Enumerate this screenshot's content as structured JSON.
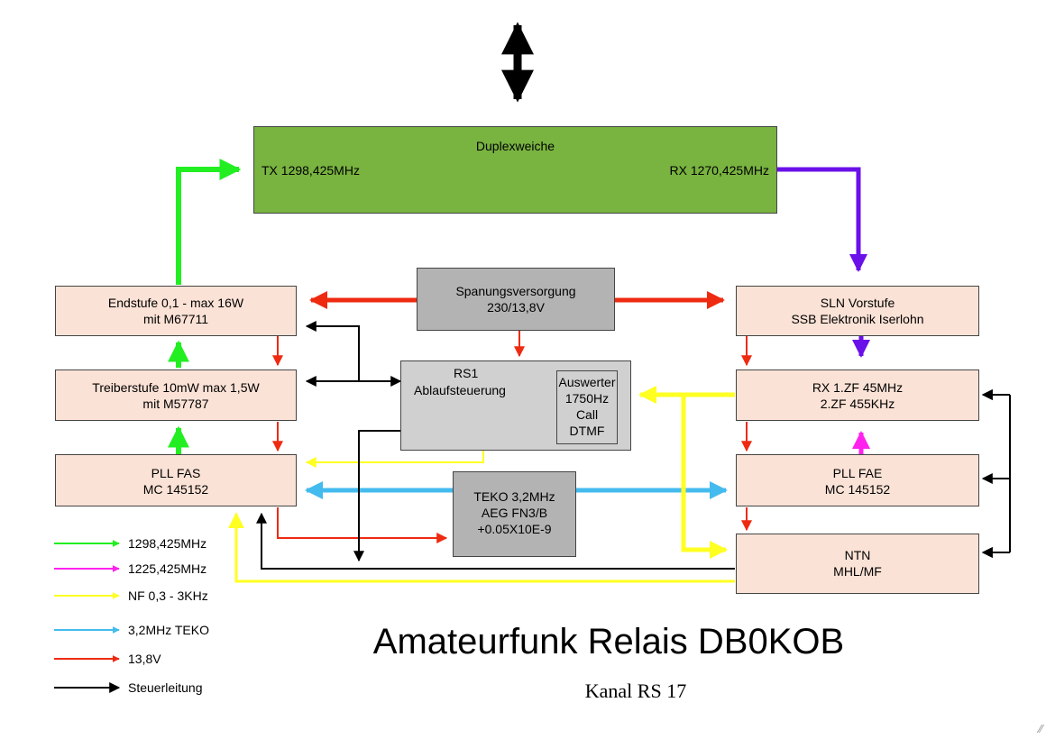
{
  "colors": {
    "green": "#22ee22",
    "magenta": "#ff22ee",
    "yellow": "#ffff22",
    "cyan": "#44bbee",
    "red": "#ee2a10",
    "black": "#000000",
    "violet": "#6a10e8",
    "duplexer_fill": "#79b340",
    "block_fill": "#fbe2d6",
    "supply_fill": "#b3b3b3",
    "controller_fill": "#d0d0d0"
  },
  "blocks": {
    "duplexer": {
      "title": "Duplexweiche",
      "tx": "TX 1298,425MHz",
      "rx": "RX 1270,425MHz"
    },
    "endstufe": {
      "line1": "Endstufe 0,1 - max 16W",
      "line2": "mit M67711"
    },
    "treiber": {
      "line1": "Treiberstufe 10mW max 1,5W",
      "line2": "mit M57787"
    },
    "pll_fas": {
      "line1": "PLL FAS",
      "line2": "MC 145152"
    },
    "supply": {
      "line1": "Spanungsversorgung",
      "line2": "230/13,8V"
    },
    "rs1": {
      "line1": "RS1",
      "line2": "Ablaufsteuerung"
    },
    "auswerter": {
      "line1": "Auswerter",
      "line2": "1750Hz",
      "line3": "Call",
      "line4": "DTMF"
    },
    "teko": {
      "line1": "TEKO 3,2MHz",
      "line2": "AEG FN3/B",
      "line3": "+0.05X10E-9"
    },
    "sln": {
      "line1": "SLN Vorstufe",
      "line2": "SSB Elektronik Iserlohn"
    },
    "rx": {
      "line1": "RX  1.ZF 45MHz",
      "line2": "2.ZF 455KHz"
    },
    "pll_fae": {
      "line1": "PLL FAE",
      "line2": "MC 145152"
    },
    "ntn": {
      "line1": "NTN",
      "line2": "MHL/MF"
    }
  },
  "legend": [
    {
      "label": "1298,425MHz",
      "color": "#22ee22"
    },
    {
      "label": "1225,425MHz",
      "color": "#ff22ee"
    },
    {
      "label": "NF 0,3 - 3KHz",
      "color": "#ffff22"
    },
    {
      "label": "3,2MHz TEKO",
      "color": "#44bbee"
    },
    {
      "label": "13,8V",
      "color": "#ee2a10"
    },
    {
      "label": "Steuerleitung",
      "color": "#000000"
    }
  ],
  "title": "Amateurfunk Relais DB0KOB",
  "subtitle": "Kanal RS 17"
}
